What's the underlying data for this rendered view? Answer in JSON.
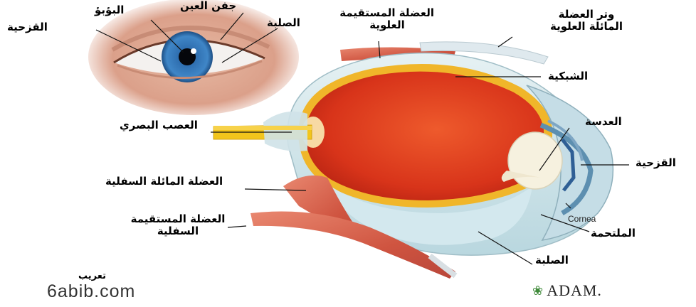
{
  "labels": {
    "iris_photo": "القزحية",
    "pupil": "البؤبؤ",
    "eyelid": "جفن العين",
    "sclera_photo": "الصلبة",
    "superior_rectus_1": "العضلة المستقيمة",
    "superior_rectus_2": "العلوية",
    "superior_oblique_1": "وتر العضلة",
    "superior_oblique_2": "المائلة العلوية",
    "retina": "الشبكية",
    "optic_nerve": "العصب البصري",
    "lens": "العدسة",
    "iris_diagram": "القزحية",
    "inferior_oblique": "العضلة المائلة السفلية",
    "inferior_rectus_1": "العضلة المستقيمة",
    "inferior_rectus_2": "السفلية",
    "cornea": "Cornea",
    "conjunctiva": "الملتحمة",
    "sclera_diagram": "الصلبة"
  },
  "credits": {
    "translation": "تعريب",
    "site": "6abib.com",
    "brand": "ADAM."
  },
  "colors": {
    "retina_red": "#d8341a",
    "sclera_blue": "#cfe6ec",
    "muscle": "#d9614a",
    "nerve_yellow": "#f2c51c",
    "iris_blue": "#2f6fb0",
    "brand_green": "#3f8a3a"
  }
}
